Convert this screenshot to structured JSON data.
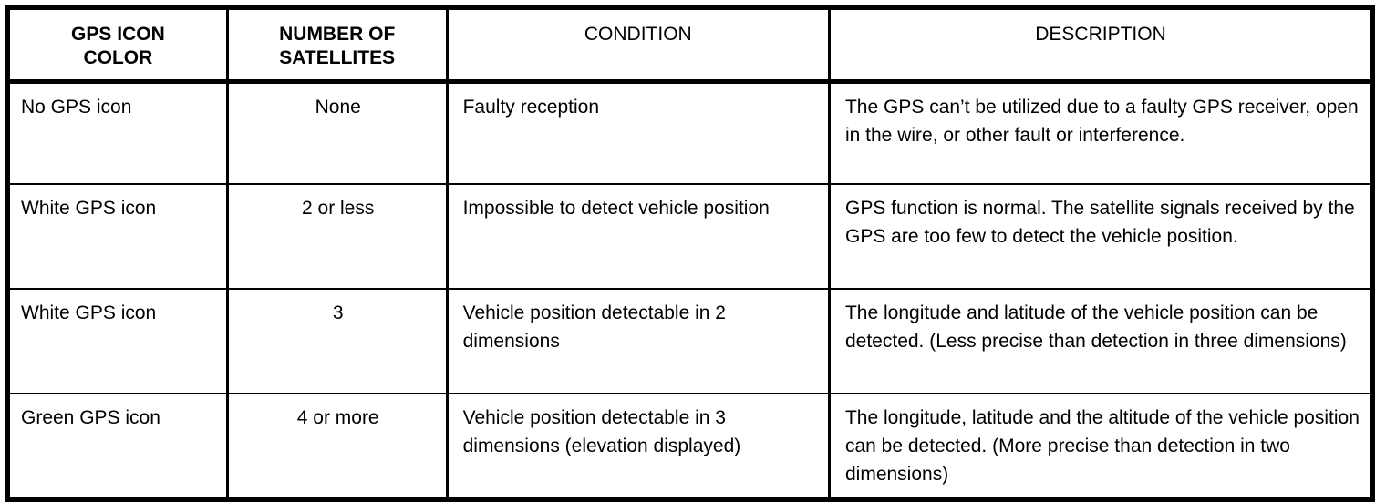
{
  "table": {
    "headers": [
      {
        "label": "GPS ICON\nCOLOR",
        "line1": "GPS ICON",
        "line2": "COLOR",
        "bold": true
      },
      {
        "label": "NUMBER OF\nSATELLITES",
        "line1": "NUMBER OF",
        "line2": "SATELLITES",
        "bold": true
      },
      {
        "label": "CONDITION",
        "line1": "CONDITION",
        "line2": "",
        "bold": false
      },
      {
        "label": "DESCRIPTION",
        "line1": "DESCRIPTION",
        "line2": "",
        "bold": false
      }
    ],
    "rows": [
      {
        "gps_icon_color": "No GPS icon",
        "number_of_satellites": "None",
        "condition": "Faulty reception",
        "description": "The GPS can’t be utilized due to a faulty GPS receiver, open in the wire, or other fault or interference."
      },
      {
        "gps_icon_color": "White GPS icon",
        "number_of_satellites": "2 or less",
        "condition": "Impossible to detect vehicle position",
        "description": "GPS function is normal. The satellite signals received by the GPS are too few to detect the vehicle position."
      },
      {
        "gps_icon_color": "White GPS icon",
        "number_of_satellites": "3",
        "condition": "Vehicle position detectable in 2 dimensions",
        "description": "The longitude and latitude of the vehicle position can be detected. (Less precise than detection in three dimensions)"
      },
      {
        "gps_icon_color": "Green GPS icon",
        "number_of_satellites": "4 or more",
        "condition": "Vehicle position detectable in 3 dimensions (elevation displayed)",
        "description": "The longitude, latitude and the altitude of the vehicle position can be detected. (More precise than detection in two dimensions)"
      }
    ]
  },
  "colors": {
    "border": "#000000",
    "text": "#000000",
    "background": "#ffffff"
  }
}
